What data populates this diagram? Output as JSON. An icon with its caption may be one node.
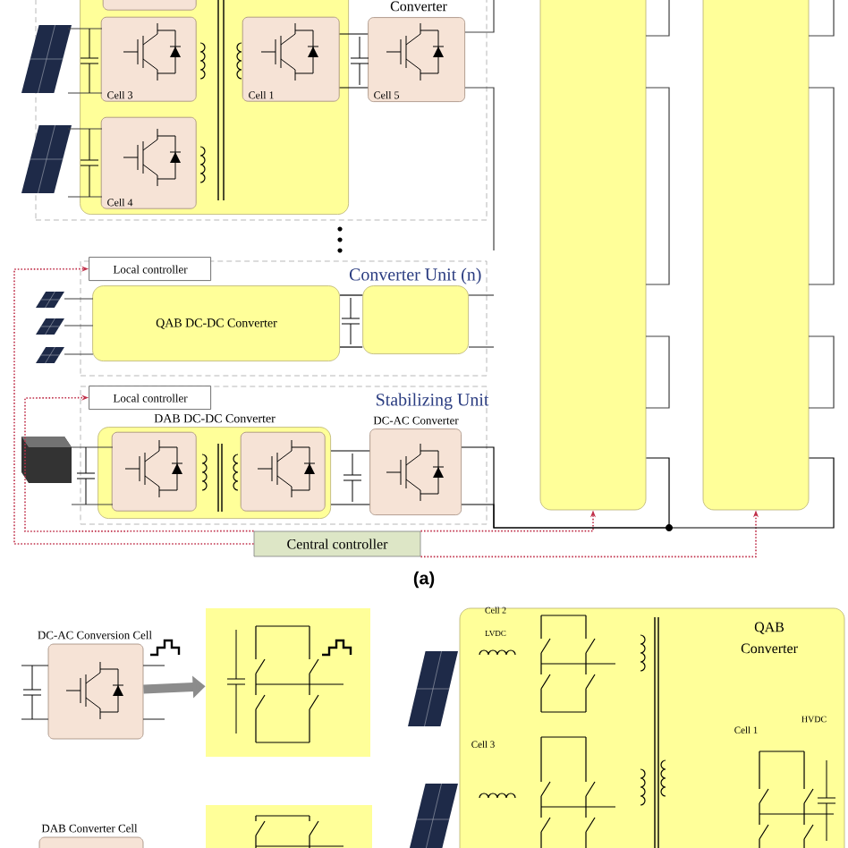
{
  "diagram": {
    "nodes": [
      {
        "text": [],
        "shape": "box"
      },
      {
        "text": [],
        "shape": "box",
        "in": 0
      },
      {
        "text": [],
        "shape": "box",
        "in": 1
      },
      {
        "text": [
          "Cell 3"
        ],
        "in": 1
      },
      {
        "text": [
          "Cell 1"
        ],
        "in": 1
      },
      {
        "text": [
          "Cell 4"
        ],
        "in": 1
      },
      {
        "text": [
          "Converter",
          "Cell 5"
        ],
        "in": 0
      },
      {
        "text": [
          "Converter Unit (n)"
        ]
      },
      {
        "text": [
          "Local controller"
        ],
        "in": 7
      },
      {
        "text": [
          "QAB DC-DC Converter"
        ],
        "in": 7
      },
      {
        "text": [],
        "shape": "box",
        "in": 7
      },
      {
        "text": [
          "Stabilizing Unit"
        ]
      },
      {
        "text": [
          "Local controller"
        ],
        "in": 11
      },
      {
        "text": [
          "DAB DC-DC Converter"
        ],
        "in": 11
      },
      {
        "text": [],
        "shape": "box",
        "in": 13
      },
      {
        "text": [],
        "shape": "box",
        "in": 13
      },
      {
        "text": [
          "DC-AC Converter"
        ],
        "in": 11
      },
      {
        "text": [
          "Central controller"
        ]
      },
      {
        "text": [],
        "shape": "box"
      },
      {
        "text": [],
        "shape": "box"
      },
      {
        "text": [
          "DC-AC Conversion Cell"
        ]
      },
      {
        "text": [],
        "shape": "box"
      },
      {
        "text": [
          "DAB Converter Cell"
        ]
      },
      {
        "text": [],
        "shape": "box"
      },
      {
        "text": [
          "QAB Converter"
        ]
      }
    ],
    "edges": [
      {
        "from": 17,
        "to": 8,
        "arrow": "to",
        "style": "dashed",
        "color": "#c0304a"
      },
      {
        "from": 17,
        "to": 12,
        "arrow": "to",
        "style": "dashed",
        "color": "#c0304a"
      },
      {
        "from": 17,
        "to": 18,
        "arrow": "to",
        "style": "dashed",
        "color": "#c0304a"
      },
      {
        "from": 17,
        "to": 19,
        "arrow": "to",
        "style": "dashed",
        "color": "#c0304a"
      },
      {
        "from": 20,
        "to": 21,
        "arrow": "to",
        "style": "thick",
        "color": "#8c8c8c"
      },
      {
        "from": 4,
        "to": 6,
        "arrow": "none"
      },
      {
        "from": 4,
        "to": 6,
        "arrow": "none"
      },
      {
        "from": 9,
        "to": 10,
        "arrow": "none"
      },
      {
        "from": 9,
        "to": 10,
        "arrow": "none"
      },
      {
        "from": 13,
        "to": 16,
        "arrow": "none"
      },
      {
        "from": 13,
        "to": 16,
        "arrow": "none"
      },
      {
        "from": 16,
        "to": 18,
        "arrow": "none"
      },
      {
        "from": 16,
        "to": 19,
        "arrow": "none"
      }
    ],
    "labels": [
      "(a)",
      "Cell 2",
      "LVDC",
      "Cell 3",
      "Cell 1",
      "HVDC"
    ]
  }
}
